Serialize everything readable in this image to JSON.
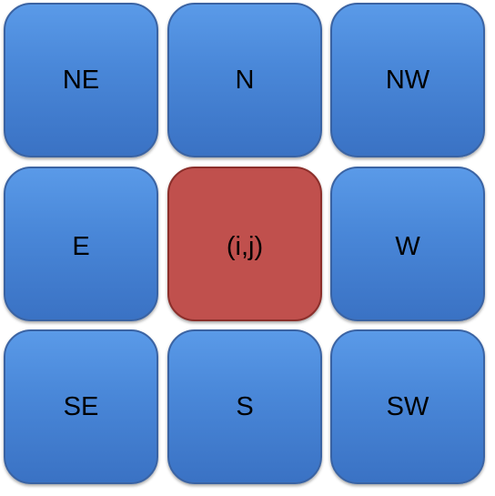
{
  "cells": [
    {
      "label": "NE"
    },
    {
      "label": "N"
    },
    {
      "label": "NW"
    },
    {
      "label": "E"
    },
    {
      "label": "(i,j)"
    },
    {
      "label": "W"
    },
    {
      "label": "SE"
    },
    {
      "label": "S"
    },
    {
      "label": "SW"
    }
  ],
  "colors": {
    "neighbor": "#4a88d9",
    "center": "#c0504d"
  }
}
